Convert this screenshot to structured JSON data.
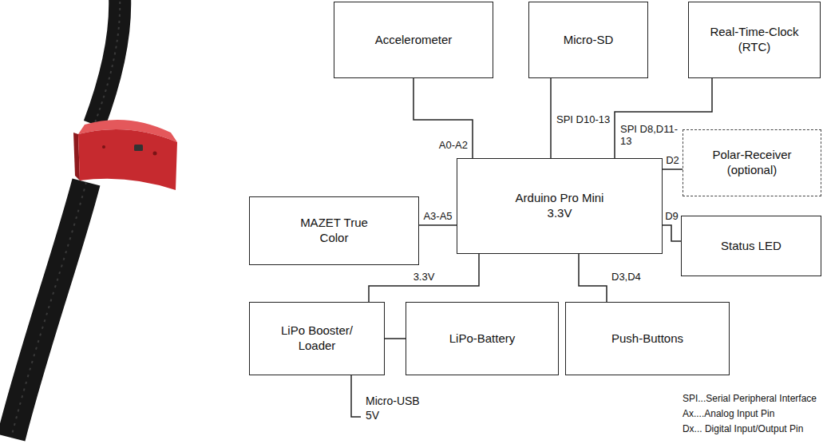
{
  "diagram": {
    "nodes": [
      {
        "text": [
          "Accelerometer"
        ]
      },
      {
        "text": [
          "Micro-SD"
        ]
      },
      {
        "text": [
          "Real-Time-Clock (RTC)"
        ]
      },
      {
        "text": [
          "Polar-Receiver (optional)"
        ]
      },
      {
        "text": [
          "Arduino Pro Mini 3.3V"
        ]
      },
      {
        "text": [
          "MAZET True Color"
        ]
      },
      {
        "text": [
          "Status LED"
        ]
      },
      {
        "text": [
          "LiPo Booster/ Loader"
        ]
      },
      {
        "text": [
          "LiPo-Battery"
        ]
      },
      {
        "text": [
          "Push-Buttons"
        ]
      }
    ],
    "edges": [
      {
        "from": 0,
        "to": 4,
        "label": "A0-A2",
        "arrow": "none"
      },
      {
        "from": 1,
        "to": 4,
        "label": "SPI D10-13",
        "arrow": "none"
      },
      {
        "from": 2,
        "to": 4,
        "label": "SPI D8,D11-13",
        "arrow": "none"
      },
      {
        "from": 3,
        "to": 4,
        "label": "D2",
        "arrow": "none"
      },
      {
        "from": 5,
        "to": 4,
        "label": "A3-A5",
        "arrow": "none"
      },
      {
        "from": 6,
        "to": 4,
        "label": "D9",
        "arrow": "none"
      },
      {
        "from": 7,
        "to": 4,
        "label": "3.3V",
        "arrow": "none"
      },
      {
        "from": 9,
        "to": 4,
        "label": "D3,D4",
        "arrow": "none"
      },
      {
        "from": 7,
        "to": 8,
        "arrow": "none"
      }
    ],
    "labels": [
      "Micro-USB 5V",
      "SPI...Serial Peripheral Interface",
      "Ax....Analog Input Pin",
      "Dx... Digital Input/Output Pin"
    ]
  }
}
